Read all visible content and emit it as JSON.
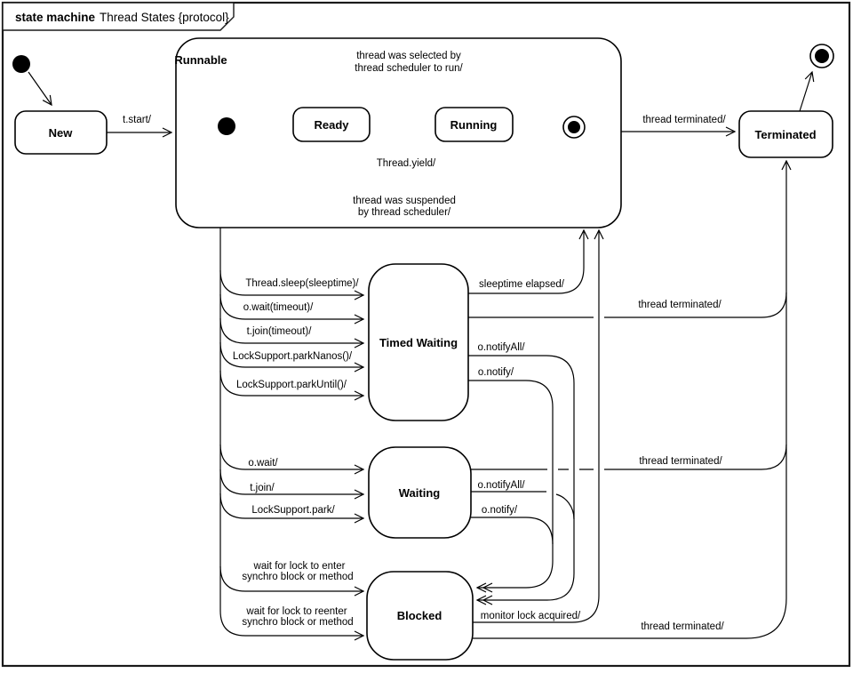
{
  "title": {
    "keyword": "state machine",
    "name": "Thread States {protocol}"
  },
  "colors": {
    "substate_text": "#2d5a9d",
    "line": "#000000",
    "state_fill": "#ffffff",
    "frame": "#1a1a1a"
  },
  "states": {
    "new": "New",
    "runnable": "Runnable",
    "ready": "Ready",
    "running": "Running",
    "timed_waiting": "Timed Waiting",
    "waiting": "Waiting",
    "blocked": "Blocked",
    "terminated": "Terminated"
  },
  "transitions": {
    "t_start": "t.start/",
    "selected_line1": "thread was selected by",
    "selected_line2": "thread scheduler to run/",
    "yield": "Thread.yield/",
    "suspended_line1": "thread was suspended",
    "suspended_line2": "by thread scheduler/",
    "thread_terminated_runnable": "thread terminated/",
    "thread_sleep": "Thread.sleep(sleeptime)/",
    "o_wait_timeout": "o.wait(timeout)/",
    "t_join_timeout": "t.join(timeout)/",
    "park_nanos": "LockSupport.parkNanos()/",
    "park_until": "LockSupport.parkUntil()/",
    "sleeptime_elapsed": "sleeptime elapsed/",
    "o_notify_all_tw": "o.notifyAll/",
    "o_notify_tw": "o.notify/",
    "thread_terminated_tw": "thread terminated/",
    "o_wait": "o.wait/",
    "t_join": "t.join/",
    "lock_support_park": "LockSupport.park/",
    "o_notify_all_w": "o.notifyAll/",
    "o_notify_w": "o.notify/",
    "thread_terminated_w": "thread terminated/",
    "wait_enter_line1": "wait for lock to enter",
    "wait_enter_line2": "synchro block or method",
    "wait_reenter_line1": "wait for lock to reenter",
    "wait_reenter_line2": "synchro block or method",
    "monitor_lock": "monitor lock acquired/",
    "thread_terminated_b": "thread terminated/"
  }
}
